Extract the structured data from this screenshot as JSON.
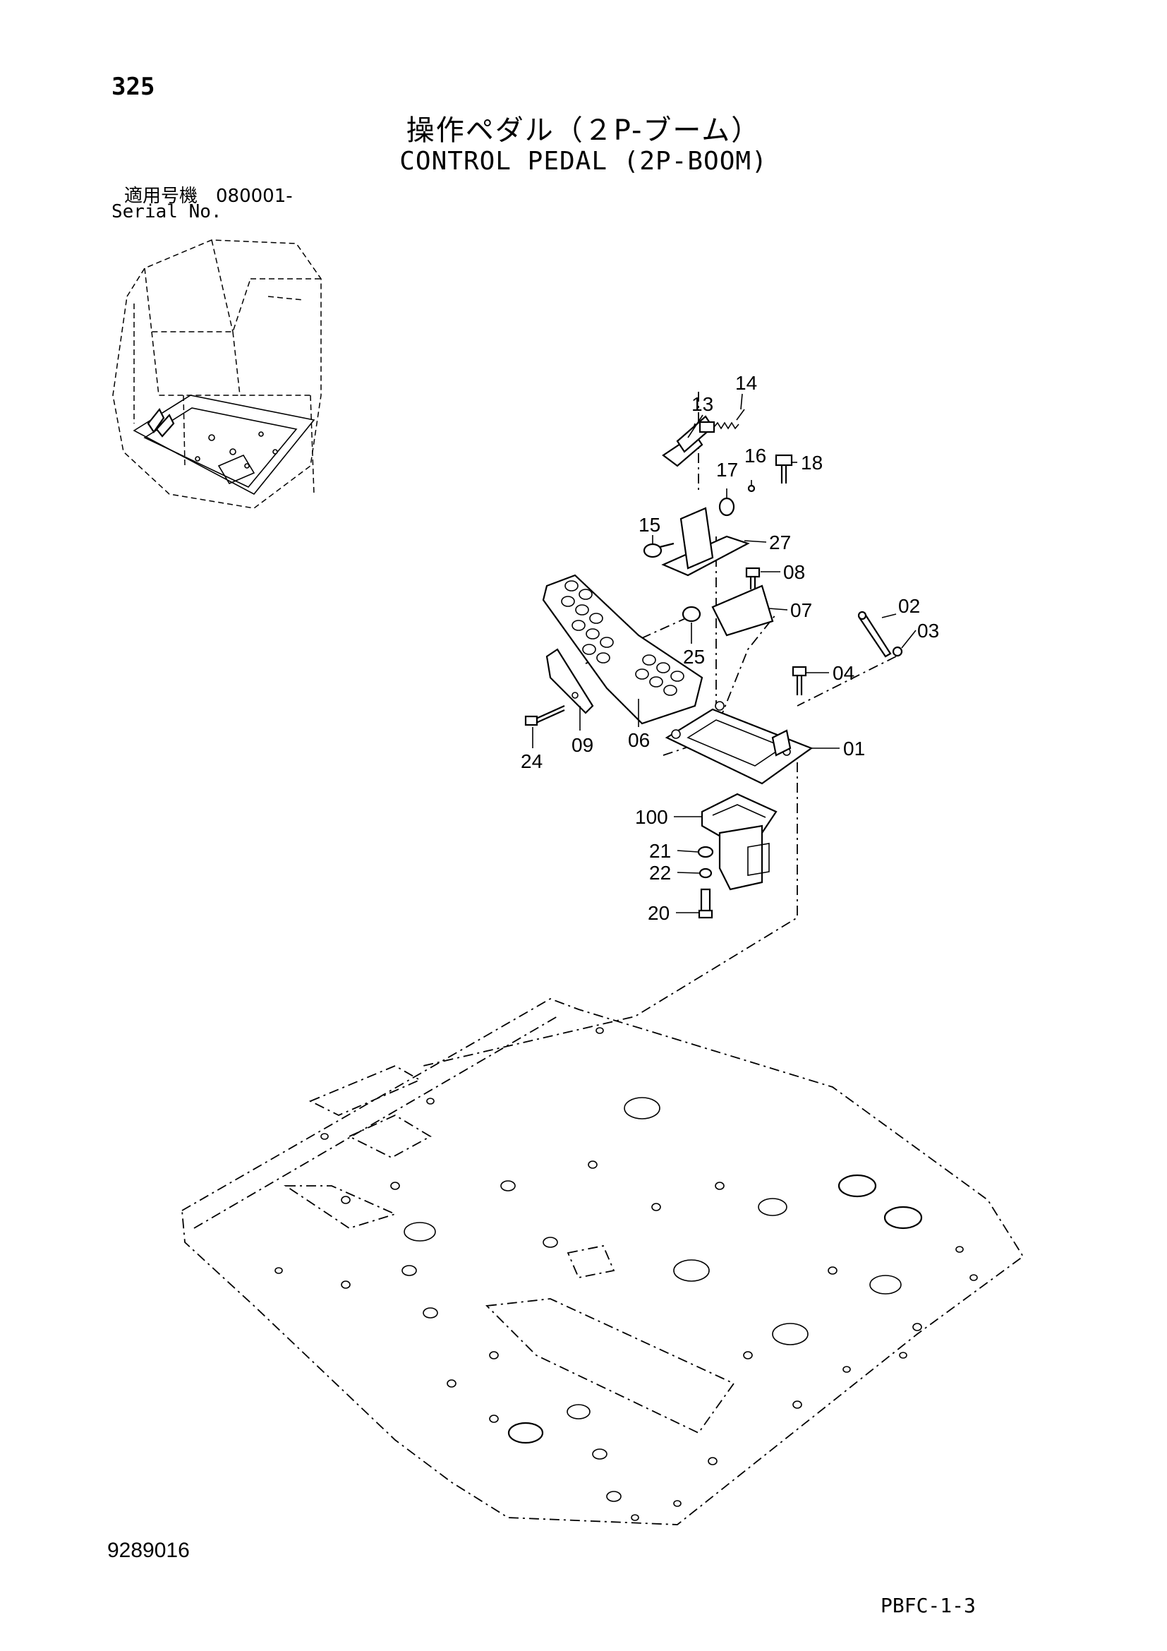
{
  "header": {
    "page_number": "325",
    "title_jp": "操作ペダル（２P-ブーム）",
    "title_en": "CONTROL PEDAL (2P-BOOM)",
    "serial_label_jp": "適用号機　080001-",
    "serial_label_en": "Serial No."
  },
  "footer": {
    "doc_number": "9289016",
    "sheet_code": "PBFC-1-3"
  },
  "callouts": {
    "c14": "14",
    "c13": "13",
    "c17": "17",
    "c16": "16",
    "c18": "18",
    "c15": "15",
    "c27": "27",
    "c08": "08",
    "c07": "07",
    "c02": "02",
    "c03": "03",
    "c25": "25",
    "c04": "04",
    "c09": "09",
    "c06": "06",
    "c24": "24",
    "c01": "01",
    "c100": "100",
    "c21": "21",
    "c22": "22",
    "c20": "20"
  }
}
